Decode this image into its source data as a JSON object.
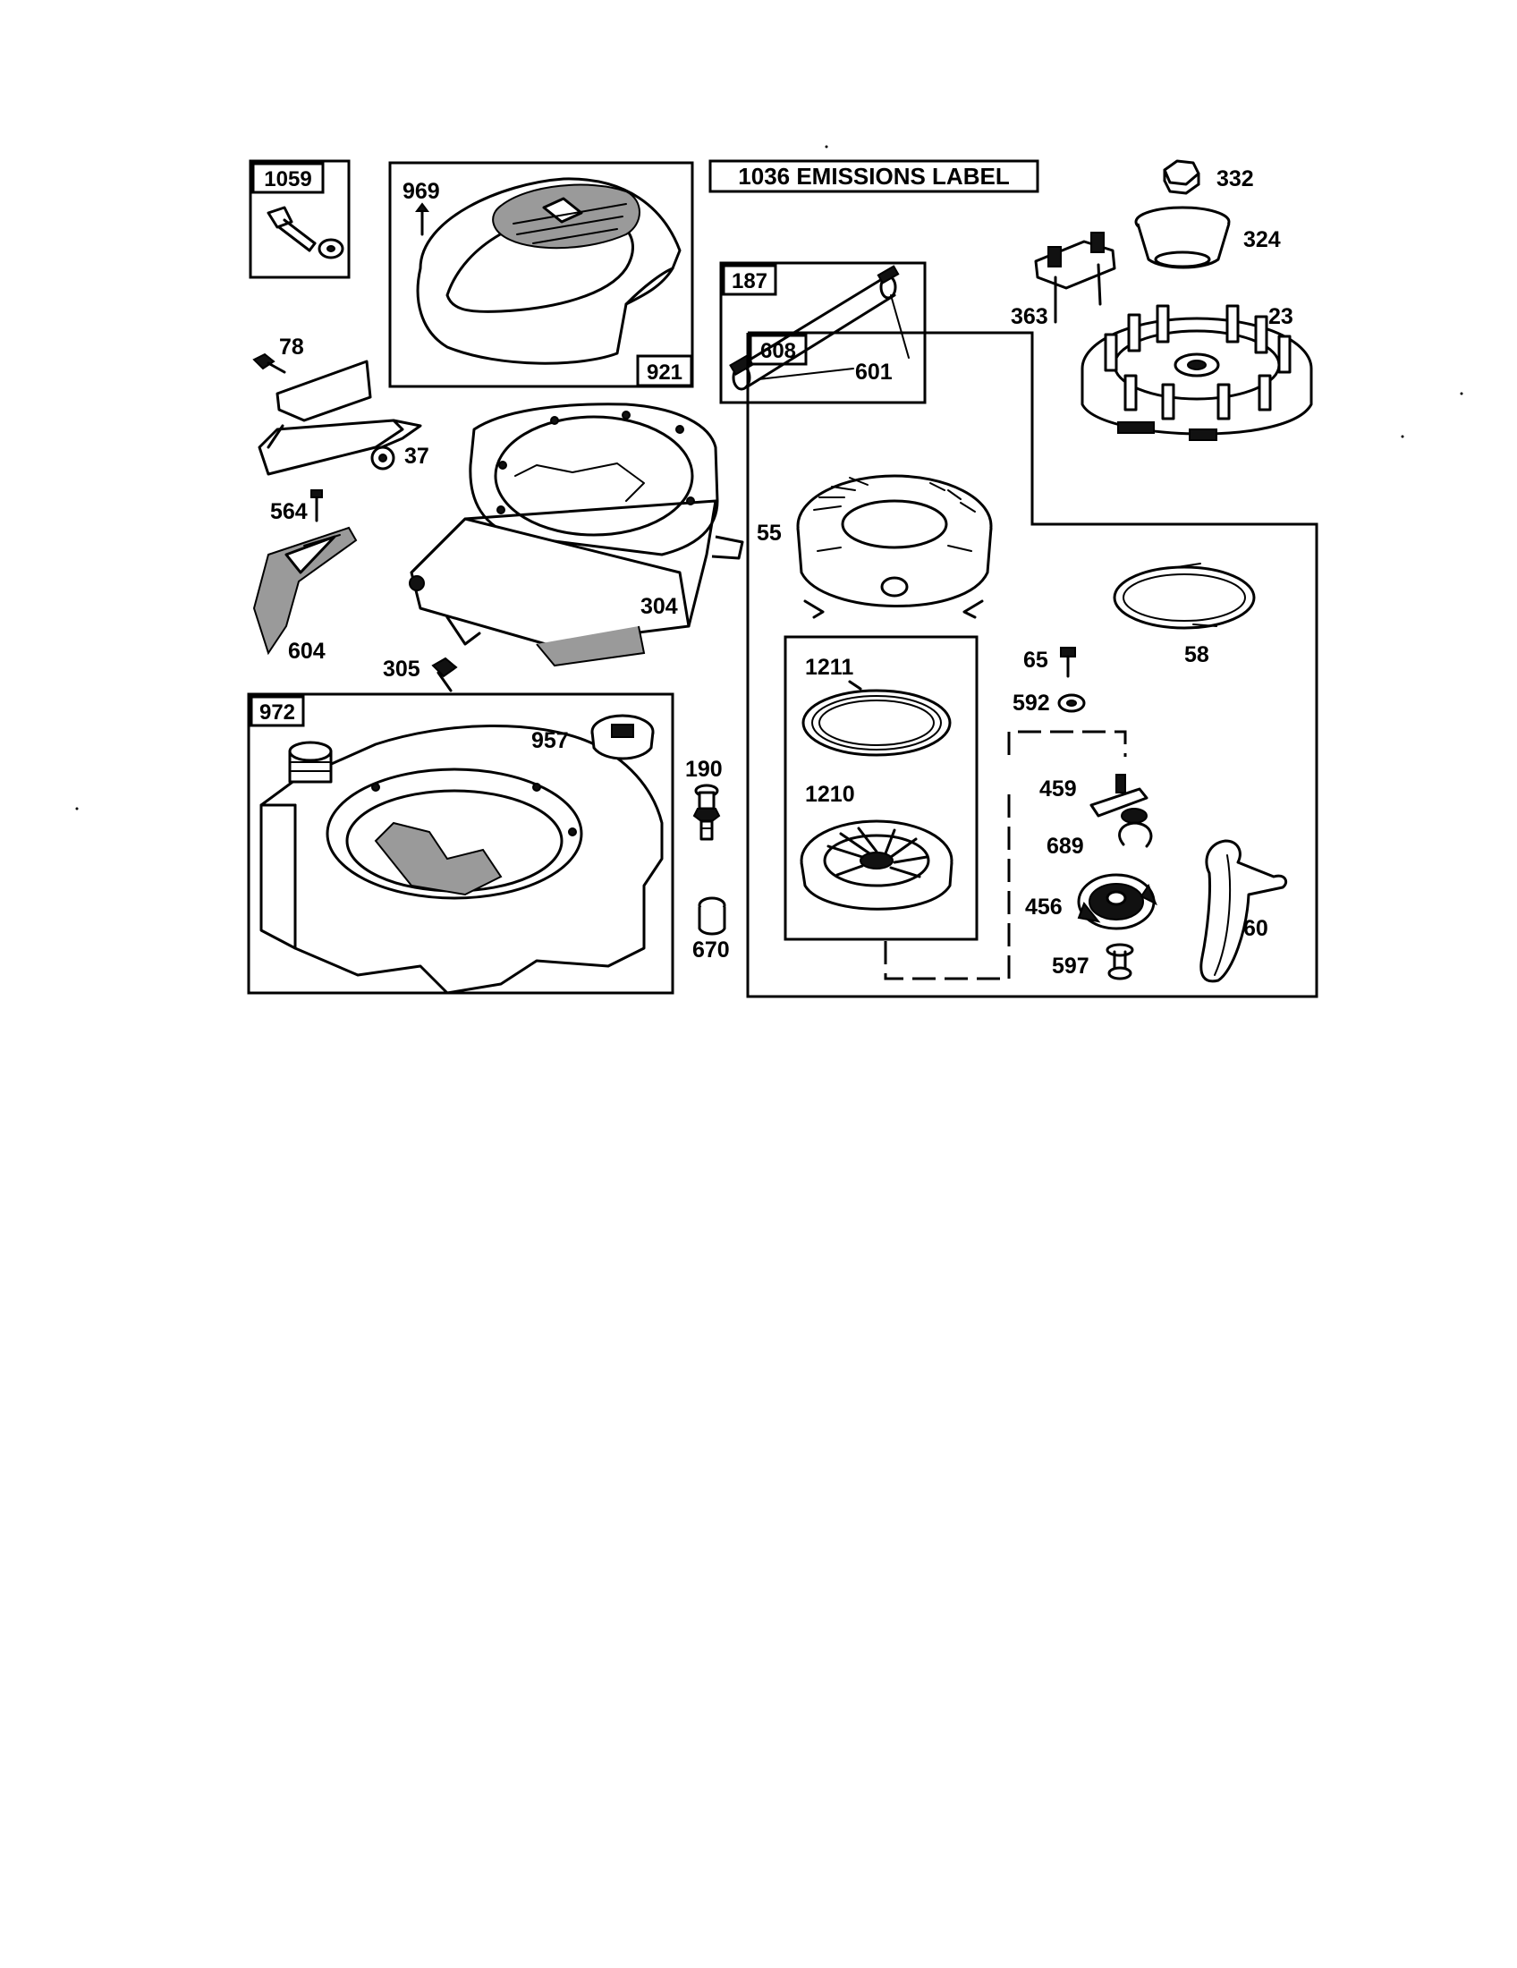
{
  "emissions_label": "1036 EMISSIONS LABEL",
  "boxes": {
    "b1059": "1059",
    "b921": "921",
    "b187": "187",
    "b608": "608",
    "b972": "972"
  },
  "labels": {
    "p969": "969",
    "p332": "332",
    "p324": "324",
    "p363": "363",
    "p23": "23",
    "p601": "601",
    "p78": "78",
    "p37": "37",
    "p564": "564",
    "p604": "604",
    "p304": "304",
    "p305": "305",
    "p55": "55",
    "p58": "58",
    "p65": "65",
    "p592": "592",
    "p1211": "1211",
    "p1210": "1210",
    "p459": "459",
    "p689": "689",
    "p456": "456",
    "p597": "597",
    "p60": "60",
    "p957": "957",
    "p190": "190",
    "p670": "670"
  }
}
